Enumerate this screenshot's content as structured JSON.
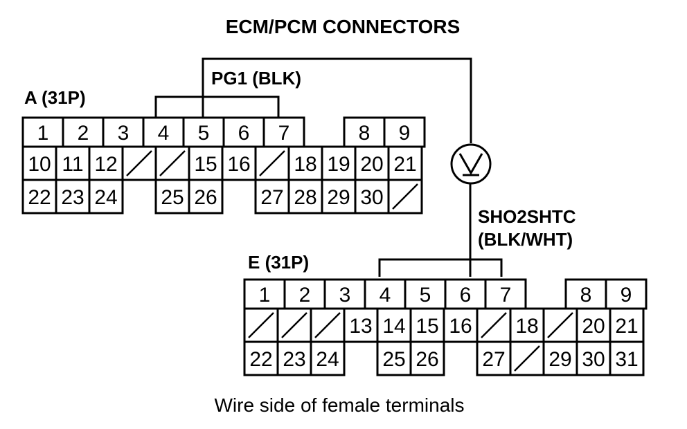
{
  "title": "ECM/PCM CONNECTORS",
  "caption": "Wire side of female terminals",
  "wire_label_top": "PG1 (BLK)",
  "wire_label_mid_line1": "SHO2SHTC",
  "wire_label_mid_line2": "(BLK/WHT)",
  "meter_icon": "voltmeter-icon",
  "connector_a": {
    "name": "A (31P)",
    "row1": [
      "1",
      "2",
      "3",
      "4",
      "5",
      "6",
      "7",
      "",
      "8",
      "9"
    ],
    "row2": [
      "10",
      "11",
      "12",
      "/",
      "/",
      "15",
      "16",
      "/",
      "18",
      "19",
      "20",
      "21"
    ],
    "row3": [
      "22",
      "23",
      "24",
      "",
      "25",
      "26",
      "",
      "27",
      "28",
      "29",
      "30",
      "/"
    ]
  },
  "connector_e": {
    "name": "E (31P)",
    "row1": [
      "1",
      "2",
      "3",
      "4",
      "5",
      "6",
      "7",
      "",
      "8",
      "9"
    ],
    "row2": [
      "/",
      "/",
      "/",
      "13",
      "14",
      "15",
      "16",
      "/",
      "18",
      "/",
      "20",
      "21"
    ],
    "row3": [
      "22",
      "23",
      "24",
      "",
      "25",
      "26",
      "",
      "27",
      "/",
      "29",
      "30",
      "31"
    ]
  }
}
